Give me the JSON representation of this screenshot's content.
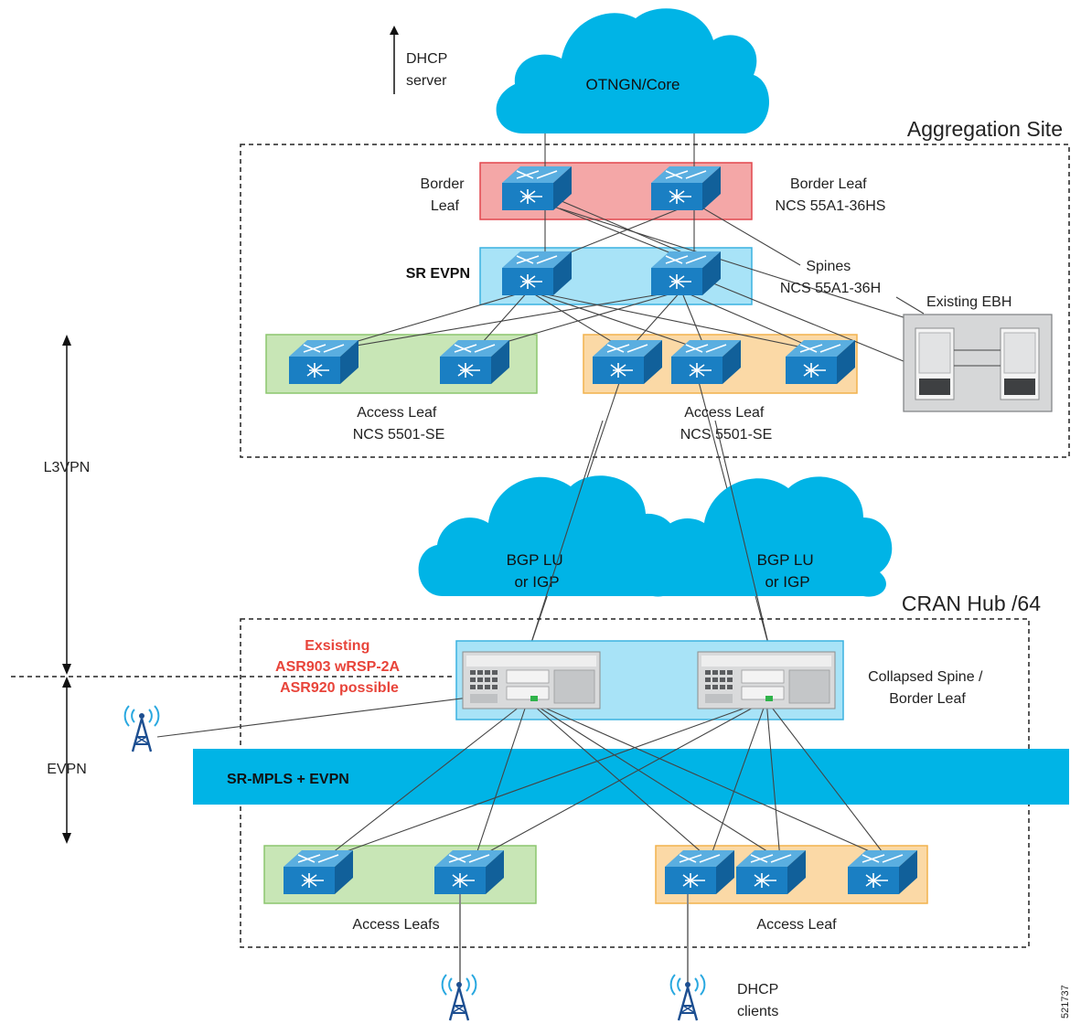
{
  "upstream": {
    "dhcp_server": [
      "DHCP",
      "server"
    ]
  },
  "core_cloud": {
    "label": "OTNGN/Core"
  },
  "aggregation_site": {
    "title": "Aggregation Site",
    "border_leaf_left": [
      "Border",
      "Leaf"
    ],
    "border_leaf_right": [
      "Border Leaf",
      "NCS 55A1-36HS"
    ],
    "sr_evpn": "SR EVPN",
    "spines": [
      "Spines",
      "NCS 55A1-36H"
    ],
    "existing_ebh": "Existing EBH",
    "access_leaf_left": [
      "Access Leaf",
      "NCS 5501-SE"
    ],
    "access_leaf_right": [
      "Access Leaf",
      "NCS 5501-SE"
    ]
  },
  "transport_clouds": [
    {
      "label": [
        "BGP LU",
        "or IGP"
      ]
    },
    {
      "label": [
        "BGP LU",
        "or IGP"
      ]
    }
  ],
  "cran_hub": {
    "title": "CRAN Hub /64",
    "existing_note": [
      "Exsisting",
      "ASR903 wRSP-2A",
      "ASR920 possible"
    ],
    "collapsed_spine": [
      "Collapsed Spine /",
      "Border Leaf"
    ],
    "sr_mpls_bar": "SR-MPLS + EVPN",
    "access_leafs_left": "Access Leafs",
    "access_leaf_right": "Access Leaf",
    "dhcp_clients": [
      "DHCP",
      "clients"
    ]
  },
  "side_labels": {
    "l3vpn": "L3VPN",
    "evpn": "EVPN"
  },
  "figure_id": "521737",
  "colors": {
    "cloud": "#00b4e6",
    "switch": "#1a7fc3",
    "border_leaf_fill": "#f4a7a7",
    "spine_fill": "#a8e3f7",
    "access_green": "#c8e6b6",
    "access_orange": "#fbd9a6",
    "mpls_bar": "#00b4e6",
    "note_red": "#e8443a"
  }
}
